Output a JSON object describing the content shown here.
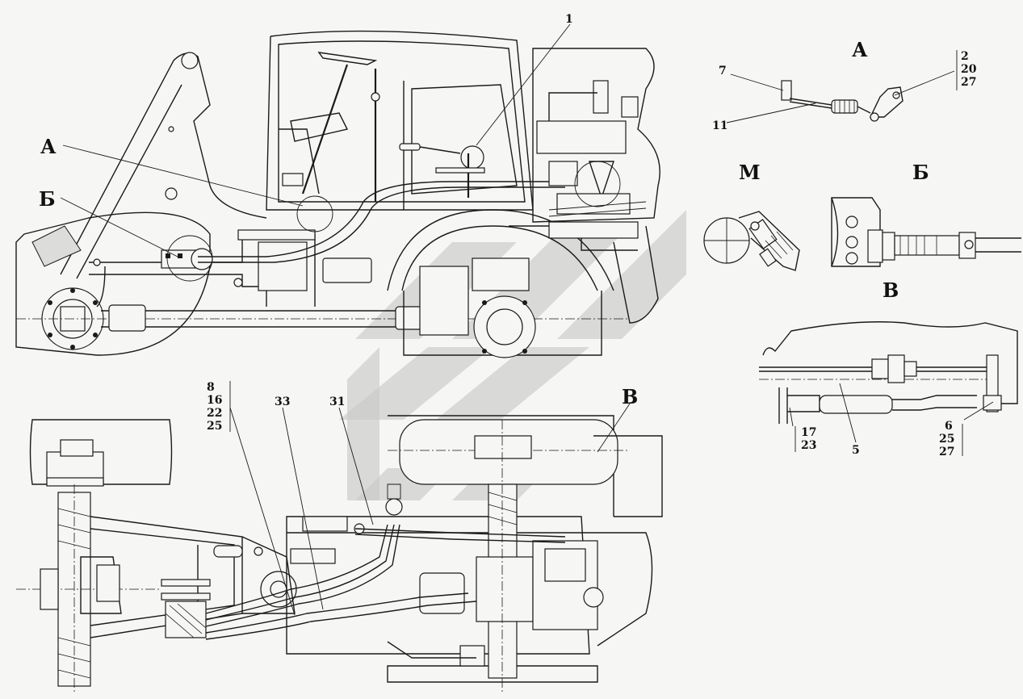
{
  "callouts": {
    "main_1": "1",
    "main_A": "А",
    "main_B": "Б",
    "plan_8": "8",
    "plan_16": "16",
    "plan_22": "22",
    "plan_25": "25",
    "plan_33": "33",
    "plan_31": "31",
    "plan_V": "В"
  },
  "views": {
    "A": {
      "title": "А",
      "labels": [
        "7",
        "11"
      ],
      "stack": [
        "2",
        "20",
        "27"
      ]
    },
    "M": {
      "title": "М"
    },
    "B": {
      "title": "Б"
    },
    "V": {
      "title": "В",
      "stack_left": [
        "17",
        "23"
      ],
      "label_mid": "5",
      "stack_right": [
        "6",
        "25",
        "27"
      ]
    }
  },
  "colors": {
    "ink": "#1a1a1a",
    "paper": "#f6f6f4",
    "watermark": "#c9c9c7"
  }
}
